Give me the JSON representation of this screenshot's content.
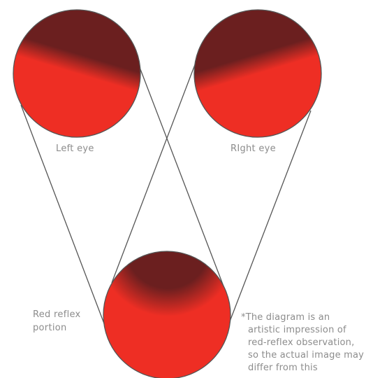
{
  "labels": {
    "left_eye": "Left eye",
    "right_eye": "RIght eye",
    "red_reflex": [
      "Red reflex",
      "portion"
    ]
  },
  "disclaimer": [
    "*The diagram is an",
    "artistic impression of",
    "red-reflex observation,",
    "so the actual image may",
    "differ from this"
  ],
  "colors": {
    "reflex_red": "#ee2e24",
    "dark_shade": "#6b1f1f",
    "line": "#555555",
    "label_text": "#8c8c8c"
  }
}
